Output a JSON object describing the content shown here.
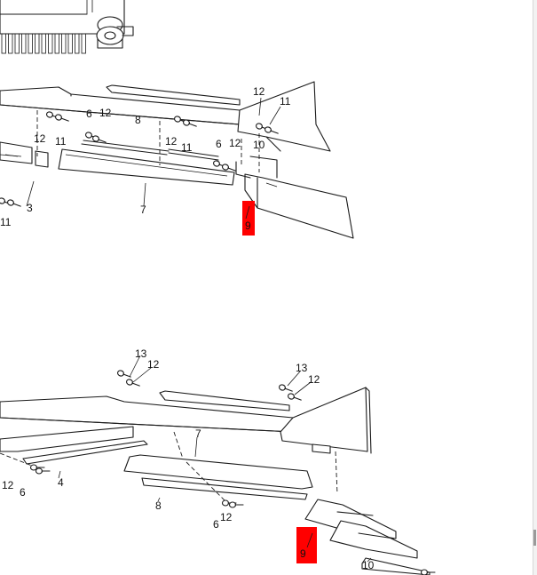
{
  "upper_assembly": {
    "callouts": [
      "12",
      "11",
      "6",
      "12",
      "8",
      "12",
      "11",
      "12",
      "11",
      "6",
      "12",
      "10",
      "3",
      "7",
      "11"
    ],
    "highlight": "9"
  },
  "lower_assembly": {
    "callouts": [
      "13",
      "12",
      "13",
      "12",
      "7",
      "12",
      "6",
      "4",
      "8",
      "12",
      "6",
      "10"
    ],
    "highlight": "9"
  },
  "colors": {
    "highlight": "#ff0000",
    "line": "#1a1a1a",
    "background": "#ffffff"
  }
}
